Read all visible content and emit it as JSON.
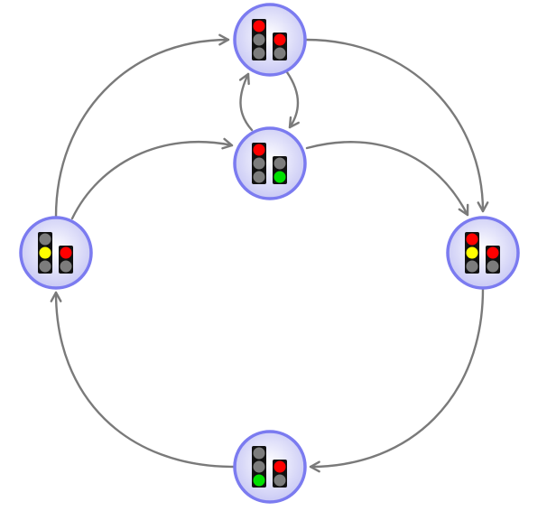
{
  "colors": {
    "background": "#ffffff",
    "edge": "#7a7a7a",
    "node_border": "#7b7bf0",
    "node_fill_center": "#ffffff",
    "node_fill_edge": "#c9c9f5",
    "light_housing": "#111111",
    "lamp_off": "#7c7c7c",
    "red": "#ff0000",
    "yellow": "#ffff00",
    "green": "#00e000"
  },
  "states": [
    {
      "id": "top",
      "tall_signal": [
        "red",
        "off",
        "off"
      ],
      "short_signal": [
        "red",
        "off"
      ]
    },
    {
      "id": "middle",
      "tall_signal": [
        "red",
        "off",
        "off"
      ],
      "short_signal": [
        "off",
        "green"
      ]
    },
    {
      "id": "left",
      "tall_signal": [
        "off",
        "yellow",
        "off"
      ],
      "short_signal": [
        "red",
        "off"
      ]
    },
    {
      "id": "right",
      "tall_signal": [
        "red",
        "yellow",
        "off"
      ],
      "short_signal": [
        "red",
        "off"
      ]
    },
    {
      "id": "bottom",
      "tall_signal": [
        "off",
        "off",
        "green"
      ],
      "short_signal": [
        "red",
        "off"
      ]
    }
  ],
  "transitions": [
    {
      "from": "top",
      "to": "right"
    },
    {
      "from": "right",
      "to": "bottom"
    },
    {
      "from": "bottom",
      "to": "left"
    },
    {
      "from": "left",
      "to": "top"
    },
    {
      "from": "left",
      "to": "middle"
    },
    {
      "from": "top",
      "to": "middle"
    },
    {
      "from": "middle",
      "to": "top"
    },
    {
      "from": "middle",
      "to": "right"
    }
  ]
}
